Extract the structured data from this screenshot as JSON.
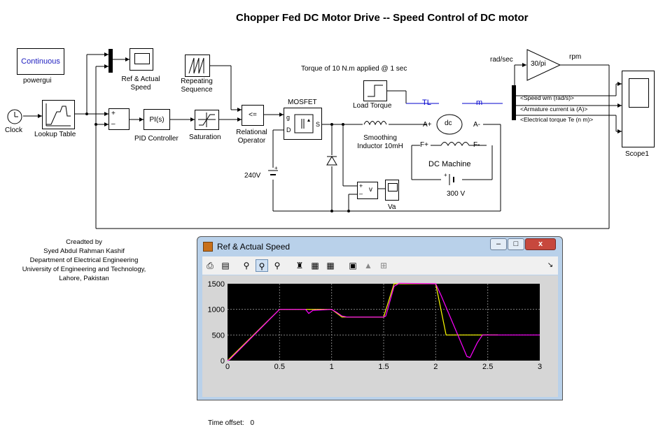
{
  "title": "Chopper Fed DC Motor Drive -- Speed Control of DC motor",
  "blocks": {
    "powergui": {
      "text": "Continuous",
      "label": "powergui"
    },
    "clock": {
      "label": "Clock"
    },
    "lookup": {
      "label": "Lookup Table"
    },
    "scope_ref": {
      "label1": "Ref & Actual",
      "label2": "Speed"
    },
    "repeating": {
      "label1": "Repeating",
      "label2": "Sequence"
    },
    "pid": {
      "text": "PI(s)",
      "label": "PID Controller"
    },
    "saturation": {
      "label": "Saturation"
    },
    "relational": {
      "text": "<=",
      "label1": "Relational",
      "label2": "Operator"
    },
    "mosfet": {
      "label": "MOSFET",
      "g": "g",
      "d": "D",
      "s": "S"
    },
    "torque_note": "Torque of 10 N.m applied @ 1 sec",
    "load_torque": {
      "label": "Load Torque"
    },
    "tl_port": "TL",
    "m_port": "m",
    "dc_machine": {
      "text": "dc",
      "label": "DC Machine",
      "a_plus": "A+",
      "a_minus": "A-",
      "f_plus": "F+",
      "f_minus": "F-"
    },
    "inductor": {
      "label1": "Smoothing",
      "label2": "Inductor 10mH"
    },
    "battery_240": {
      "label": "240V"
    },
    "battery_300": {
      "label": "300 V"
    },
    "voltmeter": {
      "text": "v",
      "label": "Va"
    },
    "gain": {
      "text": "30/pi",
      "in_label": "rad/sec",
      "out_label": "rpm"
    },
    "bus_signals": [
      "<Speed wm (rad/s)>",
      "<Armature current ia (A)>",
      "<Electrical torque Te (n m)>"
    ],
    "scope1": {
      "label": "Scope1"
    }
  },
  "credits": [
    "Creadted by",
    "Syed Abdul Rahman Kashif",
    "Department of Electrical Engineering",
    "University of Engineering and Technology,",
    "Lahore, Pakistan"
  ],
  "scope_window": {
    "title": "Ref & Actual  Speed",
    "buttons": {
      "minimize": "–",
      "maximize": "□",
      "close": "x"
    },
    "toolbar_icons": [
      "print-icon",
      "parameters-icon",
      "zoom-icon",
      "zoom-x-icon",
      "zoom-y-icon",
      "autoscale-icon",
      "save-axes-icon",
      "restore-axes-icon",
      "floating-scope-icon",
      "lock-icon",
      "signal-selection-icon"
    ],
    "time_offset_label": "Time offset:",
    "time_offset_value": "0"
  },
  "colors": {
    "reference": "#ffff00",
    "actual": "#ff00ff",
    "plot_bg": "#000000",
    "grid": "#808080",
    "signal_blue": "#0000cc",
    "window_frame": "#b9d1ea"
  },
  "chart_data": {
    "type": "line",
    "xlim": [
      0,
      3
    ],
    "ylim": [
      0,
      1500
    ],
    "xticks": [
      "0",
      "0.5",
      "1",
      "1.5",
      "2",
      "2.5",
      "3"
    ],
    "yticks": [
      "0",
      "500",
      "1000",
      "1500"
    ],
    "grid": true,
    "series": [
      {
        "color": "#ffff00",
        "x": [
          0,
          0.5,
          1.0,
          1.1,
          1.5,
          1.6,
          2.0,
          2.1,
          2.6
        ],
        "y": [
          0,
          1000,
          1000,
          850,
          850,
          1500,
          1500,
          500,
          500
        ]
      },
      {
        "color": "#ff00ff",
        "x": [
          0,
          0.02,
          0.5,
          0.75,
          0.78,
          0.82,
          1.0,
          1.05,
          1.1,
          1.15,
          1.5,
          1.52,
          1.6,
          1.65,
          2.0,
          2.05,
          2.3,
          2.33,
          2.4,
          2.45,
          2.6,
          3.0
        ],
        "y": [
          0,
          20,
          1000,
          1000,
          920,
          980,
          1000,
          940,
          870,
          850,
          850,
          870,
          1450,
          1510,
          1500,
          1280,
          80,
          60,
          350,
          500,
          500,
          500
        ]
      }
    ]
  }
}
